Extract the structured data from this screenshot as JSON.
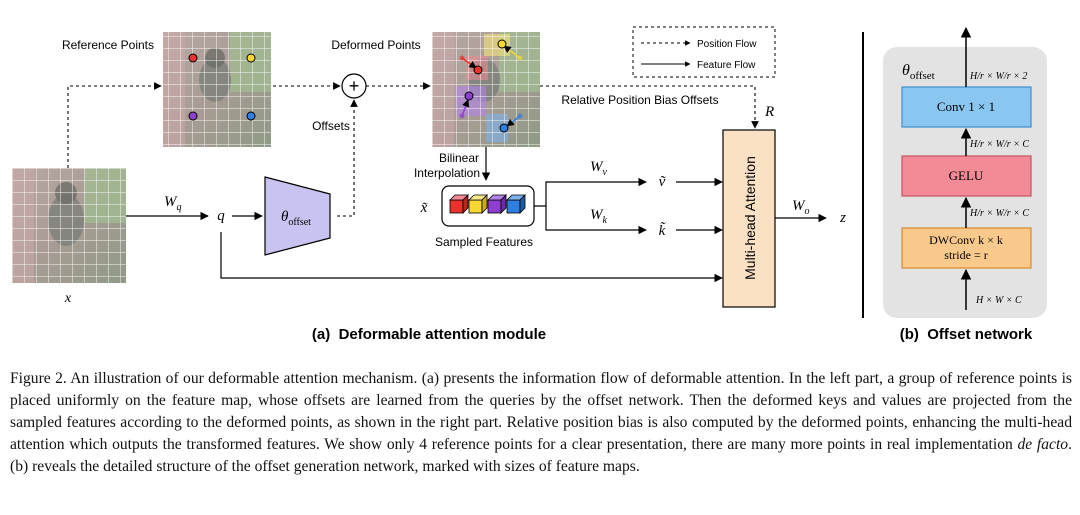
{
  "panel_a": {
    "title": "(a)  Deformable attention module",
    "reference_points_label": "Reference Points",
    "deformed_points_label": "Deformed Points",
    "offsets_label": "Offsets",
    "relative_bias_label": "Relative Position Bias Offsets",
    "r_label": "R",
    "bilinear_label_1": "Bilinear",
    "bilinear_label_2": "Interpolation",
    "sampled_features_label": "Sampled Features",
    "x_label": "x",
    "wq_label": "W",
    "wq_sub": "q",
    "q_label": "q",
    "theta_label": "θ",
    "theta_sub": "offset",
    "x_tilde_label": "x̃",
    "wv_label": "W",
    "wv_sub": "v",
    "wk_label": "W",
    "wk_sub": "k",
    "v_tilde_label": "ṽ",
    "k_tilde_label": "k̃",
    "mha_label": "Multi-head Attention",
    "wo_label": "W",
    "wo_sub": "o",
    "z_label": "z",
    "plus_symbol": "+",
    "legend": {
      "position_flow": "Position Flow",
      "feature_flow": "Feature Flow"
    }
  },
  "panel_b": {
    "title": "(b)  Offset network",
    "theta_label": "θ",
    "theta_sub": "offset",
    "conv_label": "Conv 1 × 1",
    "gelu_label": "GELU",
    "dwconv_label_1": "DWConv k × k",
    "dwconv_label_2": "stride = r",
    "size_top": "H/r × W/r × 2",
    "size_mid1": "H/r × W/r × C",
    "size_mid2": "H/r × W/r × C",
    "size_bottom": "H × W × C"
  },
  "colors": {
    "theta_fill": "#c9c3f1",
    "mha_fill": "#fbe1c4",
    "conv_fill": "#89c6f0",
    "gelu_fill": "#f28b96",
    "dwconv_fill": "#f9c98c",
    "offset_panel_bg": "#e3e3e3",
    "point_red": "#e8322c",
    "point_yellow": "#f5d632",
    "point_purple": "#8e3fd0",
    "point_blue": "#2f7fe0"
  },
  "caption": {
    "prefix": "Figure 2. An illustration of our deformable attention mechanism. (a) presents the information flow of deformable attention. In the left part, a group of reference points is placed uniformly on the feature map, whose offsets are learned from the queries by the offset network. Then the deformed keys and values are projected from the sampled features according to the deformed points, as shown in the right part. Relative position bias is also computed by the deformed points, enhancing the multi-head attention which outputs the transformed features. We show only 4 reference points for a clear presentation, there are many more points in real implementation ",
    "emphasis": "de facto",
    "suffix": ". (b) reveals the detailed structure of the offset generation network, marked with sizes of feature maps."
  }
}
